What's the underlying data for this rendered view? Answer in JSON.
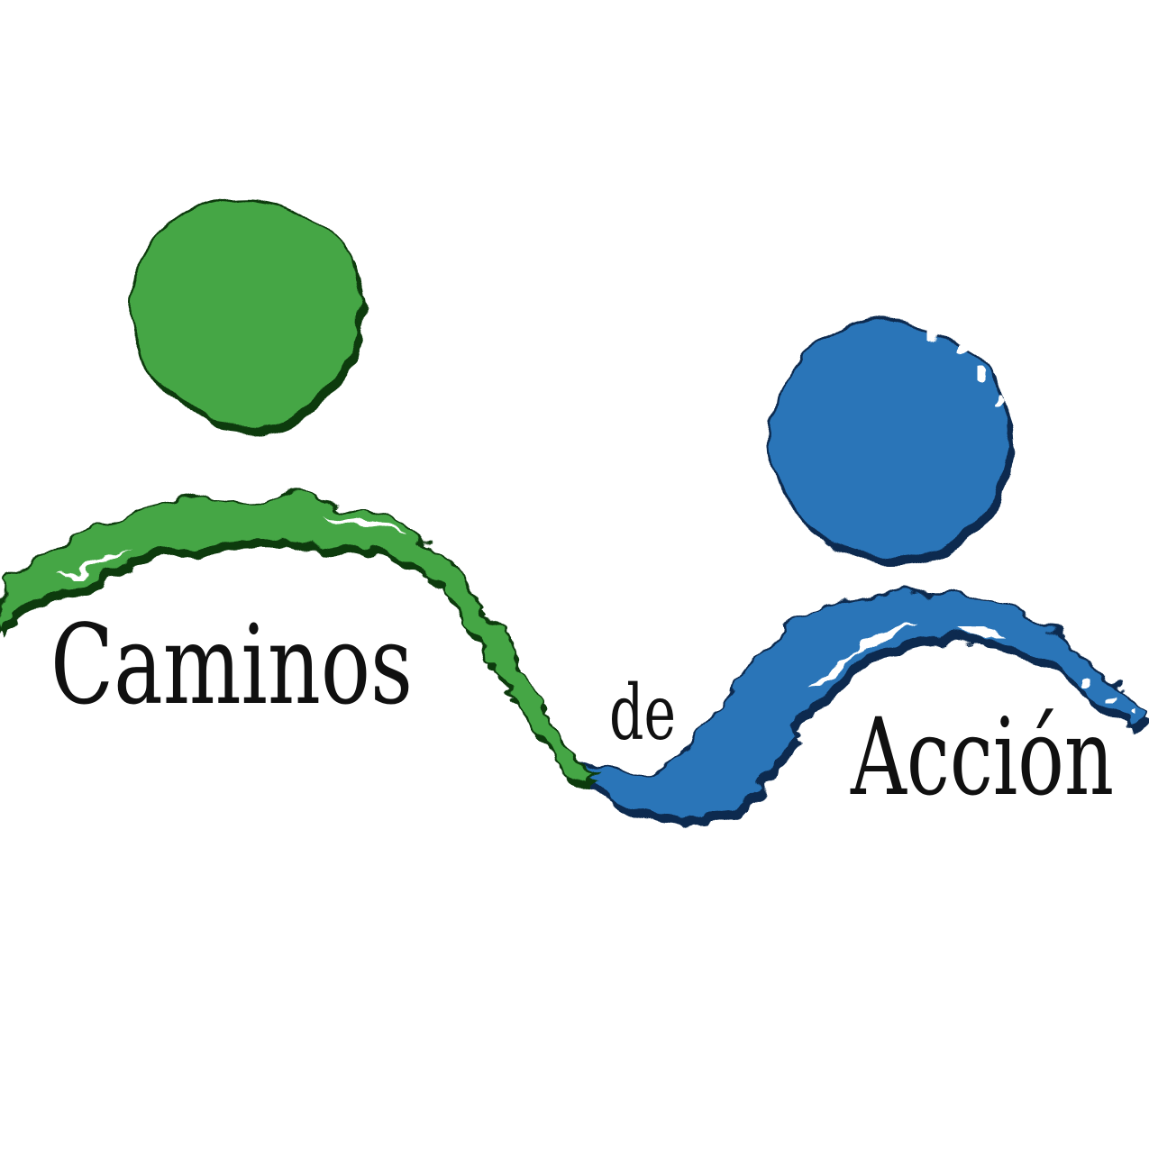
{
  "logo": {
    "full_text": "Caminos de Acción",
    "words": {
      "caminos": "Caminos",
      "de": "de",
      "accion": "Acción"
    },
    "colors": {
      "background": "#ffffff",
      "green": "#45a645",
      "green_dark": "#0f3a10",
      "blue": "#2a74b8",
      "blue_dark": "#0c2c50",
      "text": "#101010",
      "paper_gap": "#ffffff"
    },
    "shapes": {
      "green_circle": "green brush-painted dot",
      "blue_circle": "blue brush-painted dot",
      "green_wave": "green brush wave stroke (left hill)",
      "blue_wave": "blue brush wave stroke (right hill)"
    }
  }
}
